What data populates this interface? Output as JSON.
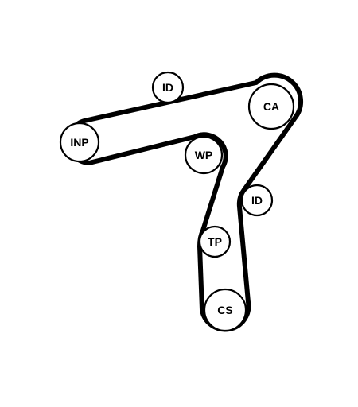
{
  "diagram": {
    "pulleys": {
      "inp": "INP",
      "id_top": "ID",
      "ca": "CA",
      "wp": "WP",
      "id_right": "ID",
      "tp": "TP",
      "cs": "CS"
    }
  }
}
